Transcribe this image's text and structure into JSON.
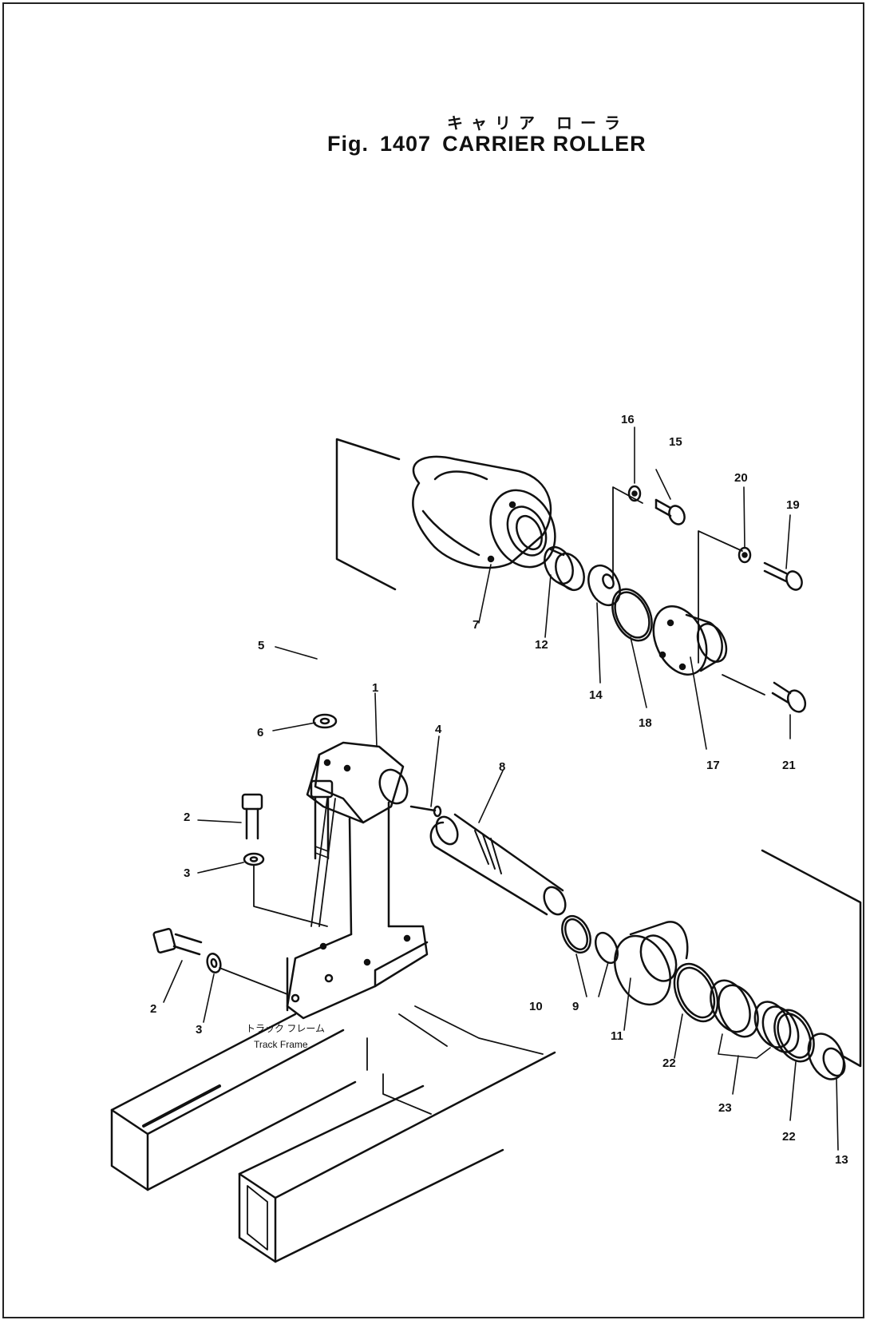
{
  "figure": {
    "title_jp": "キャリア ローラ",
    "fig_label": "Fig.",
    "fig_number": "1407",
    "title": "CARRIER ROLLER"
  },
  "frame_label": {
    "jp": "トラック フレーム",
    "en": "Track Frame"
  },
  "callouts": {
    "c1": "1",
    "c2a": "2",
    "c2b": "2",
    "c3a": "3",
    "c3b": "3",
    "c4": "4",
    "c5": "5",
    "c6": "6",
    "c7": "7",
    "c8": "8",
    "c9": "9",
    "c10": "10",
    "c11": "11",
    "c12": "12",
    "c13": "13",
    "c14": "14",
    "c15": "15",
    "c16": "16",
    "c17": "17",
    "c18": "18",
    "c19": "19",
    "c20": "20",
    "c21": "21",
    "c22a": "22",
    "c22b": "22",
    "c23": "23"
  }
}
